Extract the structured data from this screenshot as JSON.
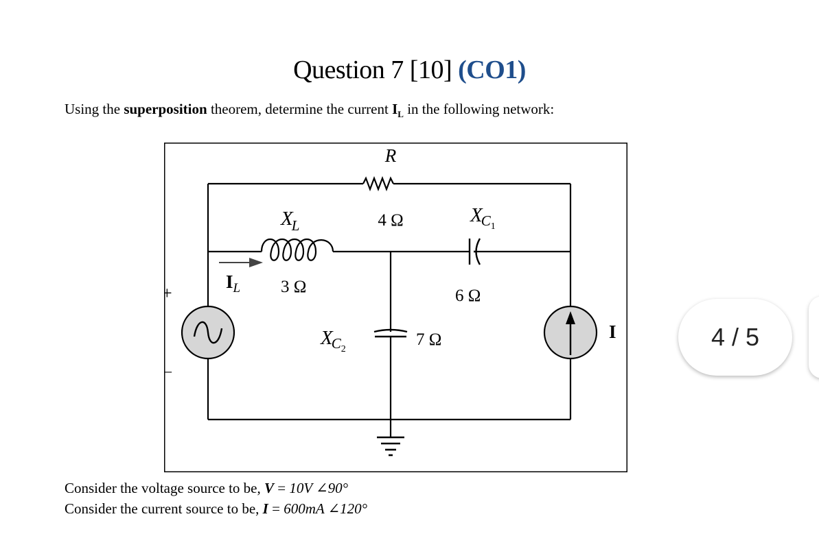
{
  "question": {
    "title_main": "Question 7 [10]",
    "title_co": "(CO1)"
  },
  "prompt": {
    "prefix": "Using the",
    "bold": "superposition",
    "middle": "theorem, determine the current",
    "current_symbol": "I",
    "current_sub": "L",
    "suffix": "in the following network:"
  },
  "circuit": {
    "resistor": {
      "label": "R",
      "value": "4 Ω"
    },
    "inductor": {
      "label": "X",
      "sub": "L",
      "value": "3 Ω"
    },
    "capacitor1": {
      "label": "X",
      "sub": "C",
      "subsub": "1",
      "value": "6 Ω"
    },
    "capacitor2": {
      "label": "X",
      "sub": "C",
      "subsub": "2",
      "value": "7 Ω"
    },
    "current_label": {
      "symbol": "I",
      "sub": "L"
    },
    "current_source_label": "I",
    "plus_sign": "+",
    "minus_sign": "–"
  },
  "given": {
    "voltage_prefix": "Consider the voltage source to be,",
    "voltage_var": "V",
    "voltage_eq": " = ",
    "voltage_value": "10V ∠90°",
    "current_prefix": "Consider the current source to be,",
    "current_var": "I",
    "current_eq": " = ",
    "current_value": "600mA ∠120°"
  },
  "pager": {
    "text": "4 / 5"
  }
}
